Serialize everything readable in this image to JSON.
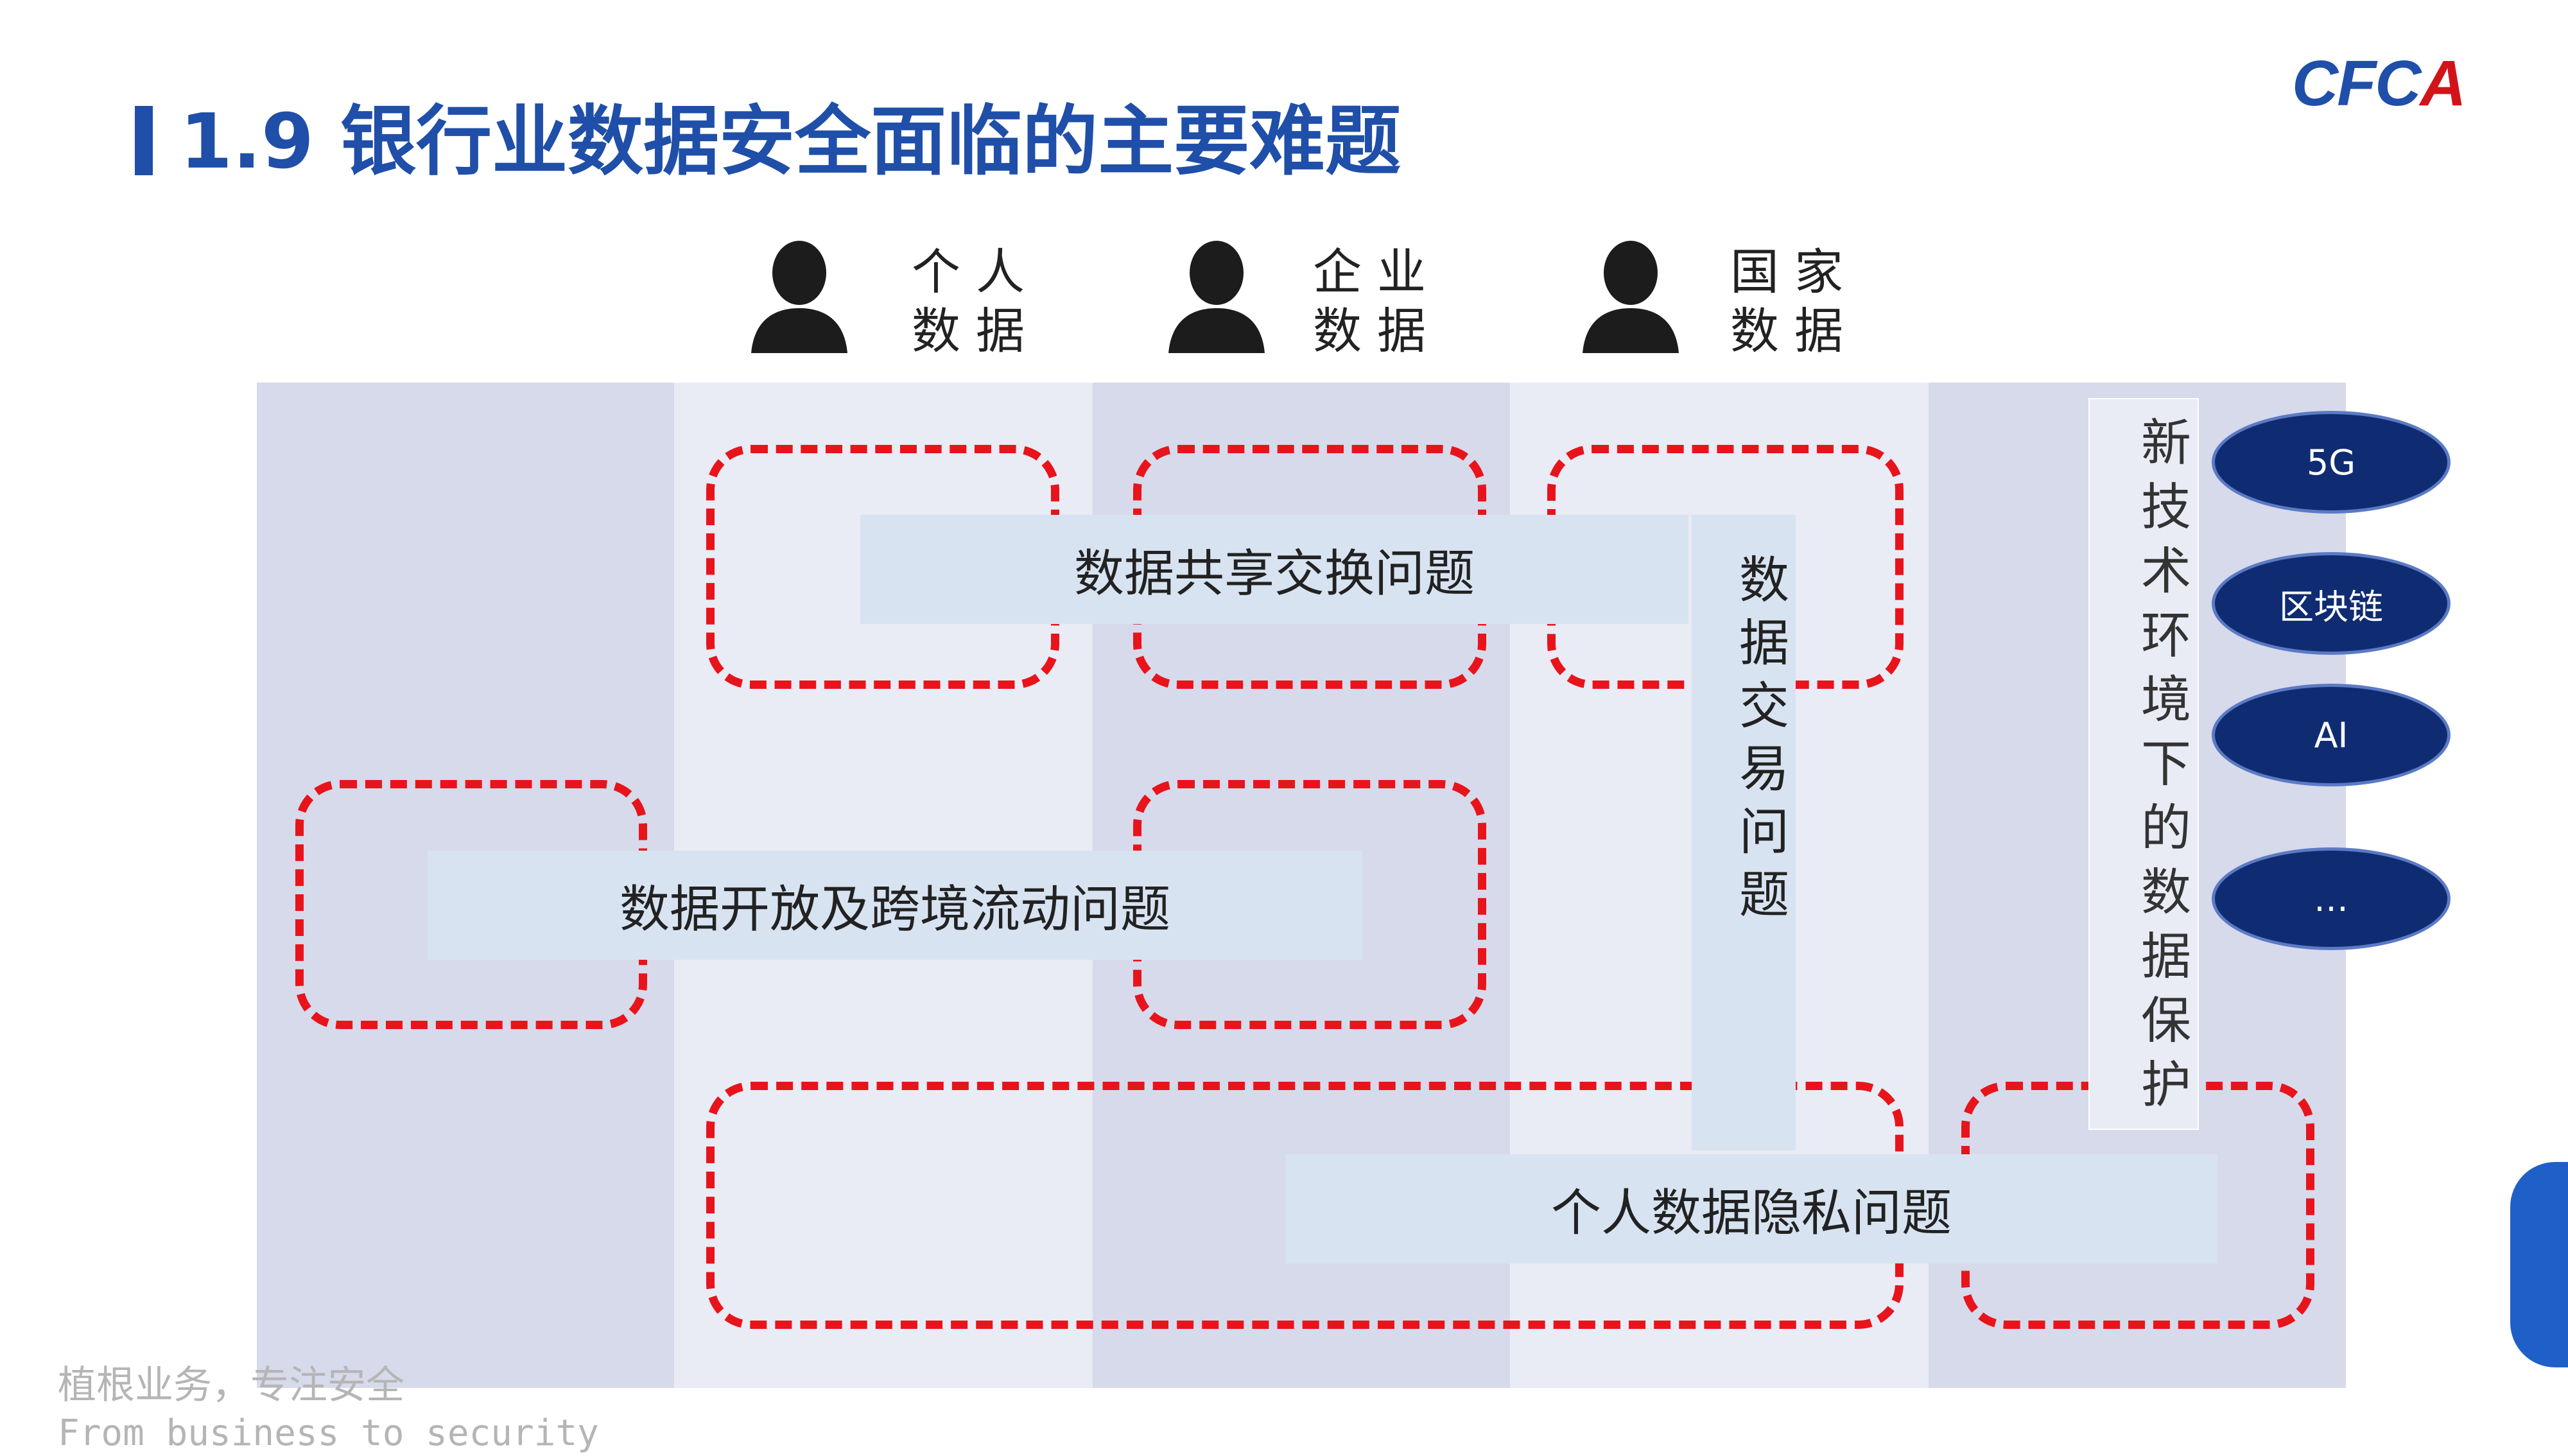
{
  "header": {
    "title": "1.9 银行业数据安全面临的主要难题",
    "logo_main": "CFC",
    "logo_accent": "A"
  },
  "owners": [
    {
      "label_line1": "个人",
      "label_line2": "数据",
      "icon": "person-icon"
    },
    {
      "label_line1": "企业",
      "label_line2": "数据",
      "icon": "person-icon"
    },
    {
      "label_line1": "国家",
      "label_line2": "数据",
      "icon": "person-icon"
    }
  ],
  "issues": {
    "sharing": "数据共享交换问题",
    "opening": "数据开放及跨境流动问题",
    "trading": "数据交易问题",
    "privacy": "个人数据隐私问题"
  },
  "new_tech": {
    "label": "新技术环境下的数据保护",
    "items": [
      "5G",
      "区块链",
      "AI",
      "…"
    ]
  },
  "footer": {
    "slogan_cn": "植根业务，专注安全",
    "slogan_en": "From business to security"
  },
  "colors": {
    "brand_blue": "#1f4fa8",
    "dash_red": "#e8141b",
    "column_dark": "#d6daeb",
    "column_light": "#e9ebf5",
    "label_fill": "#d8e3f1",
    "oval_fill": "#0f2c73"
  }
}
